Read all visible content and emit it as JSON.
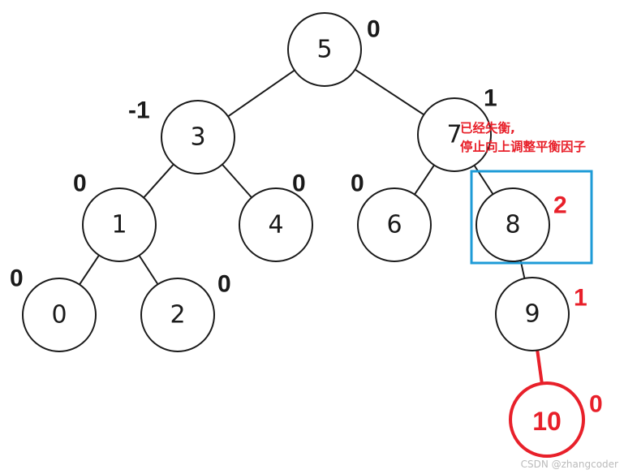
{
  "tree": {
    "nodes": [
      {
        "id": "n5",
        "label": "5",
        "balance": "0"
      },
      {
        "id": "n3",
        "label": "3",
        "balance": "-1"
      },
      {
        "id": "n7",
        "label": "7",
        "balance": "1"
      },
      {
        "id": "n1",
        "label": "1",
        "balance": "0"
      },
      {
        "id": "n4",
        "label": "4",
        "balance": "0"
      },
      {
        "id": "n6",
        "label": "6",
        "balance": "0"
      },
      {
        "id": "n8",
        "label": "8",
        "balance": "2",
        "unbalanced": true
      },
      {
        "id": "n0",
        "label": "0",
        "balance": "0"
      },
      {
        "id": "n2",
        "label": "2",
        "balance": "0"
      },
      {
        "id": "n9",
        "label": "9",
        "balance": "1"
      },
      {
        "id": "n10",
        "label": "10",
        "balance": "0",
        "inserted": true
      }
    ],
    "edges": [
      {
        "from": "n5",
        "to": "n3"
      },
      {
        "from": "n5",
        "to": "n7"
      },
      {
        "from": "n3",
        "to": "n1"
      },
      {
        "from": "n3",
        "to": "n4"
      },
      {
        "from": "n1",
        "to": "n0"
      },
      {
        "from": "n1",
        "to": "n2"
      },
      {
        "from": "n7",
        "to": "n6"
      },
      {
        "from": "n7",
        "to": "n8"
      },
      {
        "from": "n8",
        "to": "n9"
      },
      {
        "from": "n9",
        "to": "n10",
        "highlight": true
      }
    ]
  },
  "annotation": {
    "line1": "已经失衡,",
    "line2": "停止向上调整平衡因子"
  },
  "colors": {
    "node_stroke": "#1a1a1a",
    "highlight_red": "#e8202a",
    "frame_blue": "#1e9bd7",
    "balance_text": "#1a1a1a"
  },
  "watermark": "CSDN @zhangcoder"
}
